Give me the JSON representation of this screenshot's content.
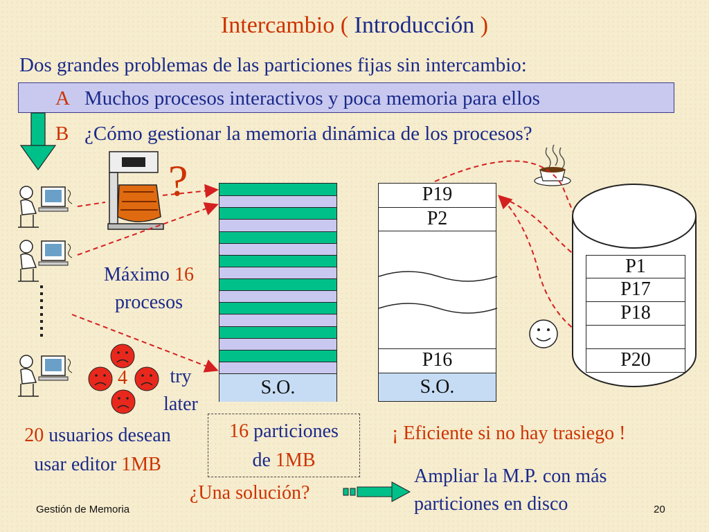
{
  "title": {
    "main": "Intercambio ( ",
    "highlight": "Introducción",
    "end": " )"
  },
  "subtitle": "Dos grandes problemas de las particiones fijas sin intercambio:",
  "problems": [
    {
      "letter": "A",
      "text": "Muchos procesos interactivos y poca memoria para ellos"
    },
    {
      "letter": "B",
      "text": "¿Cómo gestionar la memoria dinámica de los procesos?"
    }
  ],
  "question_mark": "?",
  "max_procs": {
    "line1_a": "Máximo ",
    "line1_num": "16",
    "line2": "procesos"
  },
  "sad_count": "4",
  "try_later": {
    "l1": "try",
    "l2": "later"
  },
  "users": {
    "num": "20",
    "l1": " usuarios desean",
    "l2a": "usar editor ",
    "l2b": "1MB"
  },
  "partitions": {
    "num": "16",
    "l1": " particiones",
    "l2a": "de ",
    "l2b": "1MB"
  },
  "solution_q": "¿Una solución?",
  "efficient": "¡ Eficiente si no hay trasiego !",
  "expand": {
    "l1": "Ampliar la M.P. con más",
    "l2": "particiones en disco"
  },
  "memory1": {
    "os_label": "S.O."
  },
  "memory2": {
    "top": [
      "P19",
      "P2"
    ],
    "bottom": "P16",
    "os_label": "S.O."
  },
  "disk": {
    "items": [
      "P1",
      "P17",
      "P18",
      "",
      "P20"
    ]
  },
  "footer": {
    "left": "Gestión de Memoria",
    "page": "20"
  },
  "colors": {
    "accent_red": "#cc3300",
    "text_blue": "#1a2a8a",
    "band": "#c9c9ef",
    "green": "#00c08a",
    "lavender": "#c8c8f0",
    "os_blue": "#c6dcf4"
  }
}
